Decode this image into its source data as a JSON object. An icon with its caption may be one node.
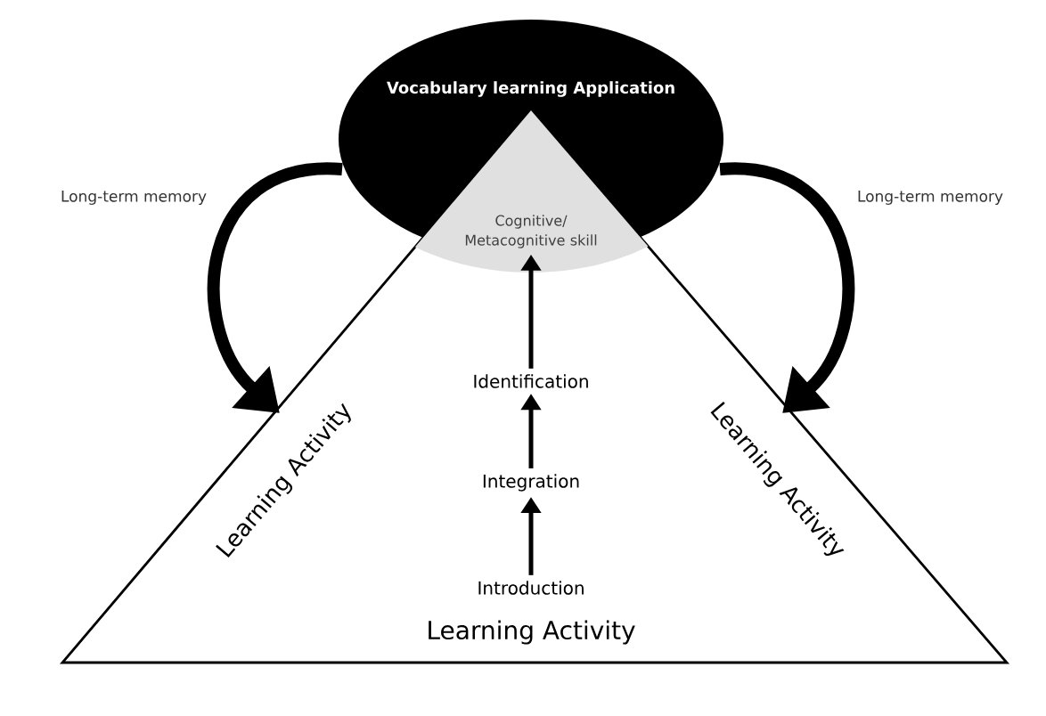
{
  "diagram": {
    "nodes": [
      {
        "text": [
          "Vocabulary learning Application"
        ]
      },
      {
        "text": [
          "Learning Activity",
          "Learning Activity",
          "Learning Activity"
        ]
      },
      {
        "text": [
          "Cognitive/ Metacognitive skill"
        ]
      },
      {
        "text": [
          "Identification"
        ],
        "in": 1
      },
      {
        "text": [
          "Integration"
        ],
        "in": 1
      },
      {
        "text": [
          "Introduction"
        ],
        "in": 1
      }
    ],
    "edges": [
      {
        "from": 0,
        "to": 1,
        "arrow": "to",
        "label": "Long-term memory",
        "style": "thick"
      },
      {
        "from": 0,
        "to": 1,
        "arrow": "to",
        "label": "Long-term memory",
        "style": "thick"
      },
      {
        "from": 5,
        "to": 4,
        "arrow": "to"
      },
      {
        "from": 4,
        "to": 3,
        "arrow": "to"
      },
      {
        "from": 3,
        "to": 2,
        "arrow": "to"
      }
    ]
  }
}
